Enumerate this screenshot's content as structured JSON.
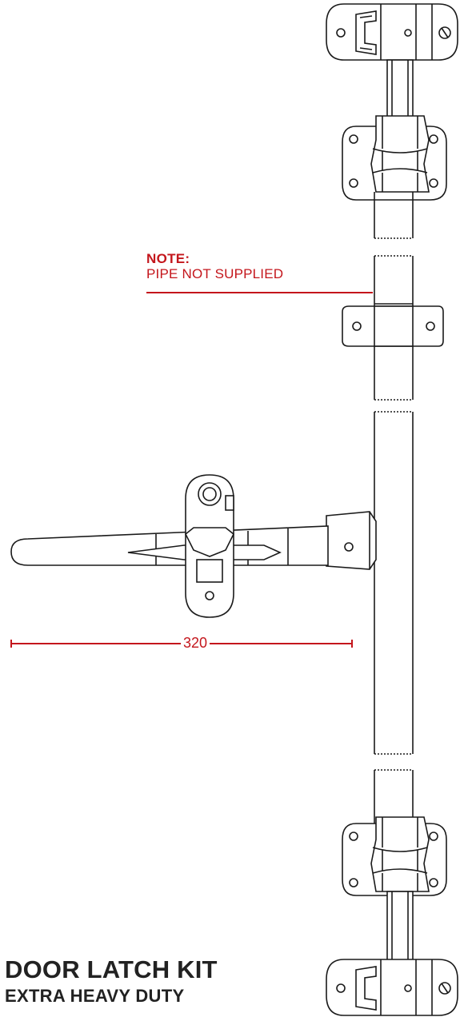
{
  "note": {
    "heading": "NOTE:",
    "text": "PIPE NOT SUPPLIED"
  },
  "dimension": {
    "label": "320"
  },
  "product": {
    "title": "DOOR LATCH KIT",
    "subtitle": "EXTRA HEAVY DUTY"
  },
  "colors": {
    "annotation": "#c4161c",
    "line": "#1a1a1a",
    "title": "#222222"
  }
}
